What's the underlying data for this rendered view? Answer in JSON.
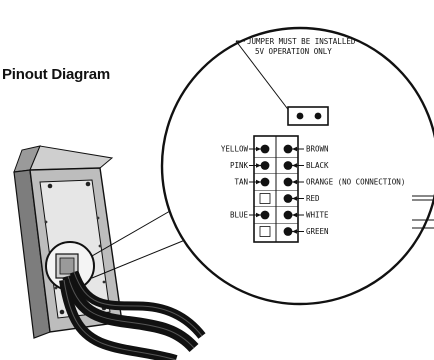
{
  "title": "Pinout Diagram",
  "jumper_note": {
    "line1": "JUMPER MUST BE INSTALLED",
    "line2": "5V OPERATION ONLY"
  },
  "left_pins": [
    "YELLOW",
    "PINK",
    "TAN",
    "",
    "BLUE",
    ""
  ],
  "right_pins": [
    "BROWN",
    "BLACK",
    "ORANGE (NO CONNECTION)",
    "RED",
    "WHITE",
    "GREEN"
  ]
}
